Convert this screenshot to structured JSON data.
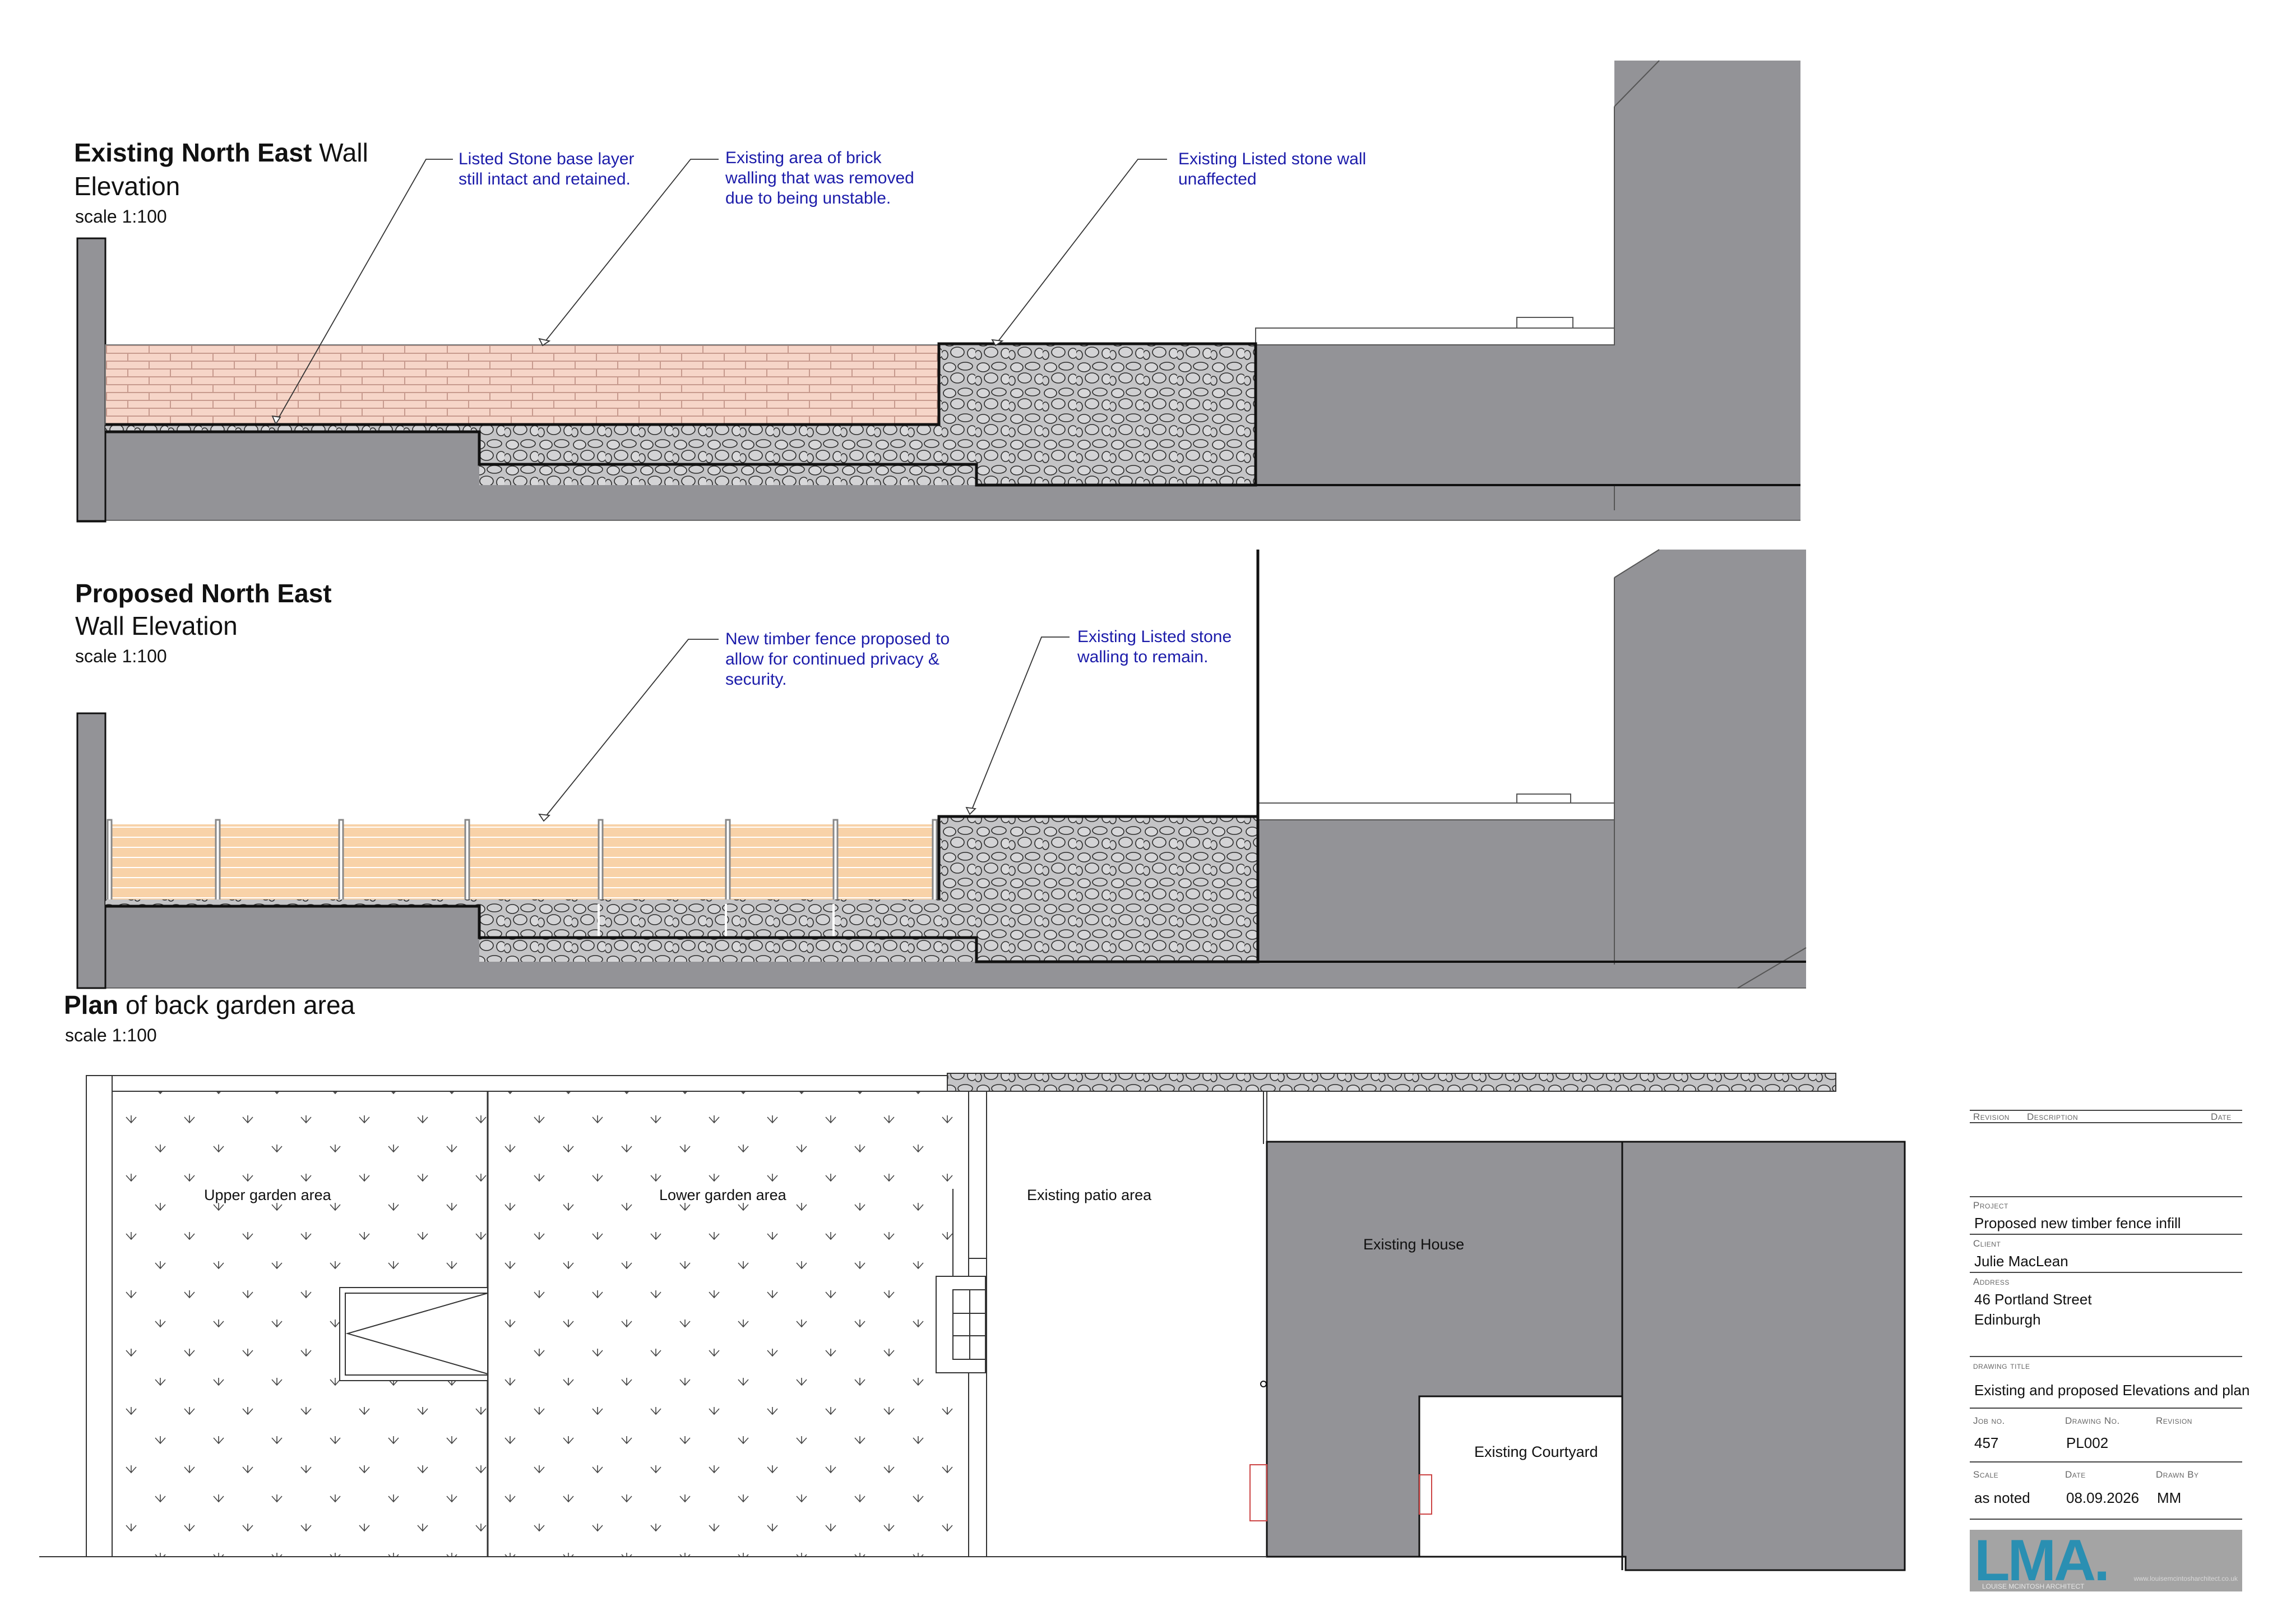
{
  "sections": {
    "existing": {
      "title_bold": "Existing North East",
      "title_rest": "Wall",
      "title_line2": "Elevation",
      "scale": "scale 1:100"
    },
    "proposed": {
      "title_bold": "Proposed North East",
      "title_line2": "Wall Elevation",
      "scale": "scale 1:100"
    },
    "plan": {
      "title_bold": "Plan",
      "title_rest": "of back garden area",
      "scale": "scale 1:100"
    }
  },
  "annotations": {
    "stone_base": "Listed Stone base layer\nstill intact and retained.",
    "brick_removed": "Existing area of brick\nwalling that was removed\ndue to being unstable.",
    "stone_unaffected": "Existing Listed stone wall\nunaffected",
    "timber_fence": "New timber fence proposed to\nallow for continued privacy &\nsecurity.",
    "stone_remain": "Existing Listed stone\nwalling to remain."
  },
  "plan_labels": {
    "upper_garden": "Upper garden area",
    "lower_garden": "Lower garden area",
    "patio": "Existing patio area",
    "house": "Existing House",
    "courtyard": "Existing Courtyard"
  },
  "title_block": {
    "revision_caption": "Revision",
    "description_caption": "Description",
    "date_caption": "Date",
    "project_caption": "Project",
    "project": "Proposed new timber fence infill",
    "client_caption": "Client",
    "client": "Julie MacLean",
    "address_caption": "Address",
    "address_line1": "46 Portland Street",
    "address_line2": "Edinburgh",
    "drawing_title_caption": "drawing title",
    "drawing_title": "Existing and proposed Elevations and plan",
    "job_no_caption": "Job no.",
    "job_no": "457",
    "drawing_no_caption": "Drawing No.",
    "drawing_no": "PL002",
    "revision2_caption": "Revision",
    "scale_caption": "Scale",
    "scale": "as noted",
    "date2_caption": "Date",
    "date": "08.09.2026",
    "drawn_by_caption": "Drawn By",
    "drawn_by": "MM"
  },
  "logo": {
    "text": "LMA.",
    "subtitle": "LOUISE MCINTOSH ARCHITECT",
    "url": "www.louisemcintosharchitect.co.uk"
  },
  "colors": {
    "wall_grey": "#939397",
    "brick_fill": "#f6d5c8",
    "brick_line": "#c79a8e",
    "timber_fill": "#f8d2a8",
    "stone_fill": "#c4c4c6",
    "annotation_blue": "#1c1caa",
    "logo_blue": "#2a8fb2"
  },
  "icons": [
    "grass-hatch-symbol",
    "stone-pattern",
    "brick-pattern",
    "timber-fence-pattern"
  ]
}
